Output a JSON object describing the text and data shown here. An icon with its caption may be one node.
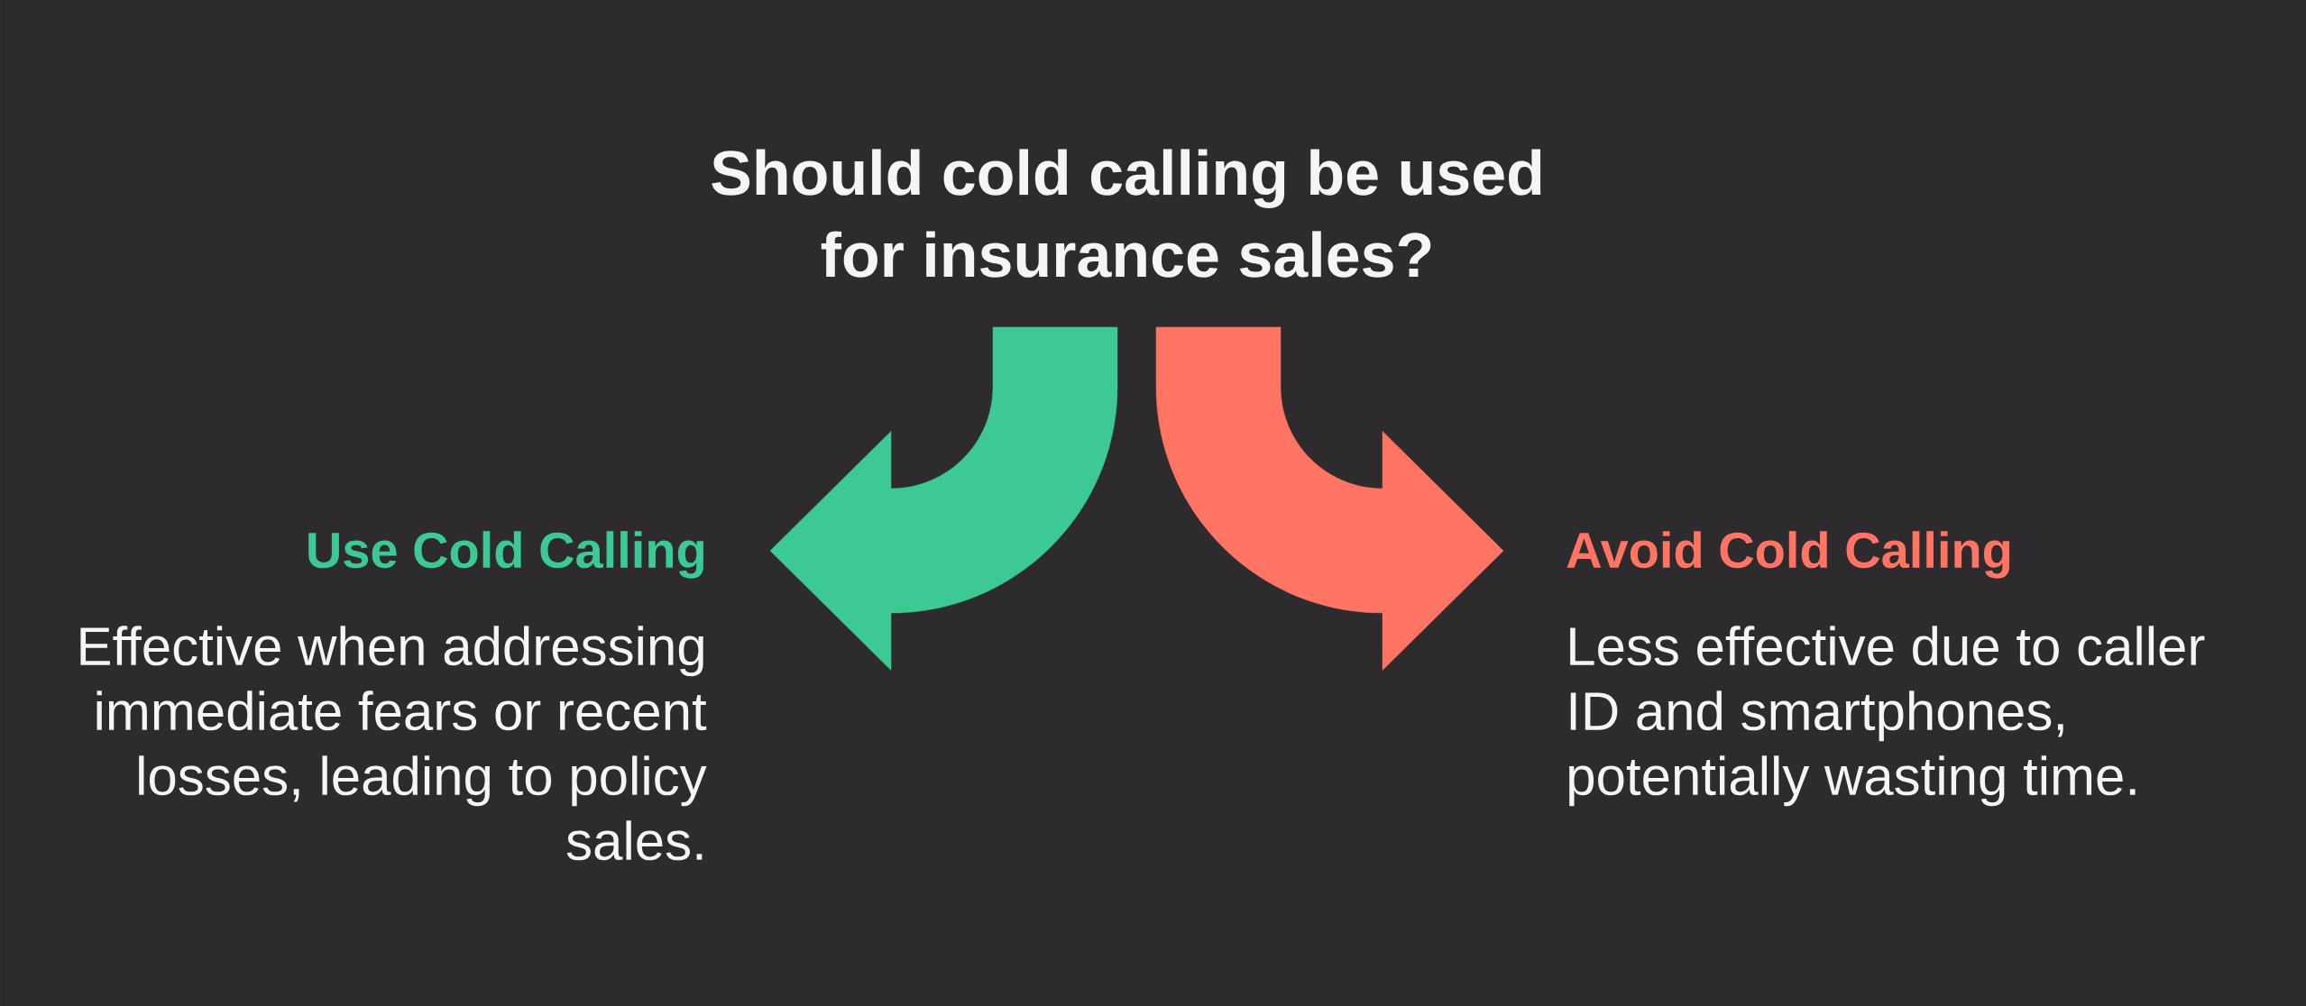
{
  "diagram": {
    "nodes": [
      {
        "text": [
          "Should cold calling be used for insurance sales?"
        ]
      },
      {
        "text": [
          "Use Cold Calling",
          "Effective when addressing immediate fears or recent losses, leading to policy sales."
        ]
      },
      {
        "text": [
          "Avoid Cold Calling",
          "Less effective due to caller ID and smartphones, potentially wasting time."
        ]
      }
    ],
    "edges": [
      {
        "from": 0,
        "to": 1,
        "arrow": "to",
        "style": "thick",
        "color": "#3cc994"
      },
      {
        "from": 0,
        "to": 2,
        "arrow": "to",
        "style": "thick",
        "color": "#ff7463"
      }
    ]
  }
}
